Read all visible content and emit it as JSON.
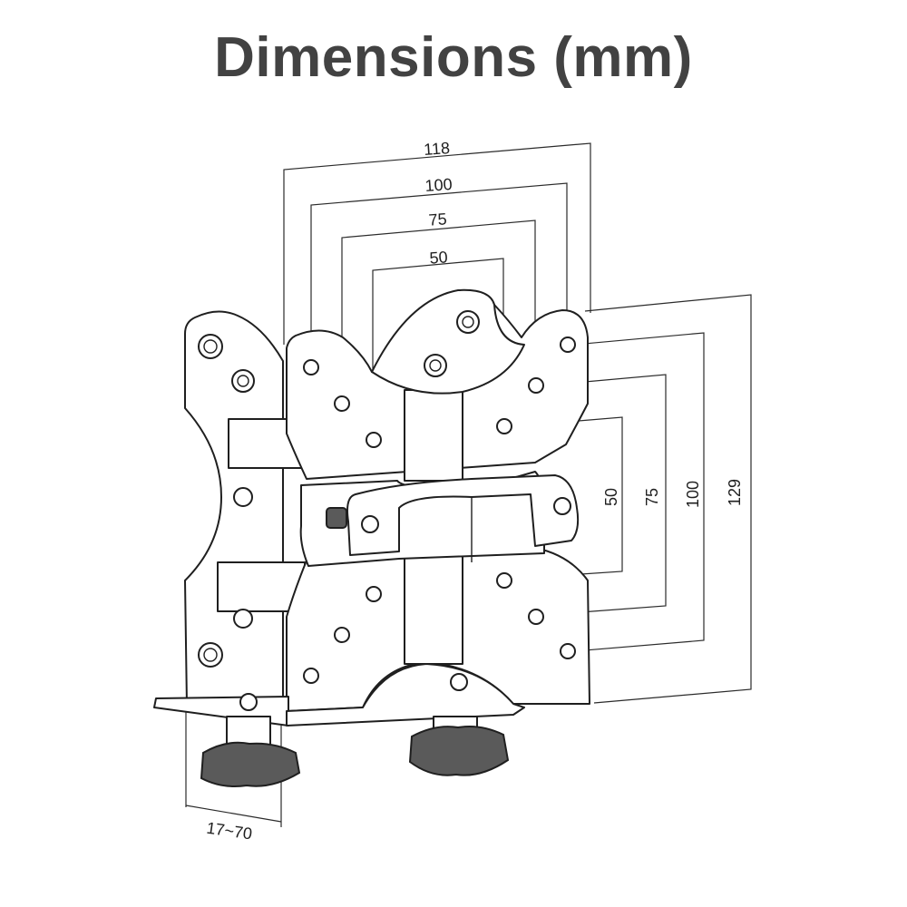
{
  "title": "Dimensions (mm)",
  "dimensions": {
    "horizontal": [
      "118",
      "100",
      "75",
      "50"
    ],
    "vertical": [
      "50",
      "75",
      "100",
      "129"
    ],
    "clamp_range": "17~70"
  }
}
